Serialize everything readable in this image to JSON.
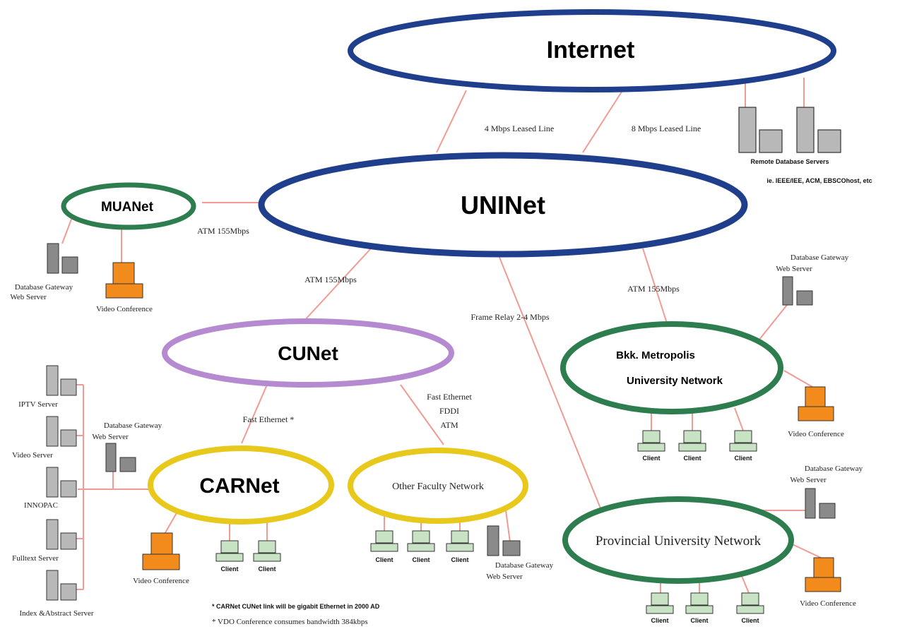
{
  "networks": {
    "internet": "Internet",
    "uninet": "UNINet",
    "muanet": "MUANet",
    "cunet": "CUNet",
    "carnet": "CARNet",
    "other_faculty": "Other Faculty Network",
    "bkk_line1": "Bkk. Metropolis",
    "bkk_line2": "University Network",
    "provincial": "Provincial University Network"
  },
  "links": {
    "internet_4mbps": "4 Mbps Leased Line",
    "internet_8mbps": "8 Mbps Leased Line",
    "muanet_atm": "ATM 155Mbps",
    "cunet_atm": "ATM 155Mbps",
    "bkk_atm": "ATM 155Mbps",
    "frame_relay": "Frame Relay 2-4 Mbps",
    "carnet_fast_ethernet": "Fast Ethernet *",
    "other_line1": "Fast Ethernet",
    "other_line2": "FDDI",
    "other_line3": "ATM"
  },
  "servers": {
    "remote_db": "Remote Database Servers",
    "remote_db_list": "ie. IEEE/IEE, ACM, EBSCOhost, etc",
    "db_gateway_line1": "Database Gateway",
    "db_gateway_line2": "Web Server",
    "iptv": "IPTV Server",
    "video": "Video Server",
    "innopac": "INNOPAC",
    "fulltext": "Fulltext Server",
    "index_abstract": "Index &Abstract Server"
  },
  "devices": {
    "video_conference": "Video Conference",
    "client": "Client"
  },
  "footnotes": {
    "note1": "* CARNet CUNet link will be gigabit Ethernet in 2000 AD",
    "note2": "* VDO Conference consumes bandwidth 384kbps"
  },
  "colors": {
    "internet_ring": "#1f3f8c",
    "uninet_ring": "#1f3f8c",
    "green_ring": "#2e7d4f",
    "cunet_ring": "#b58ad0",
    "carnet_ring": "#e8c81a",
    "link": "#f29a94",
    "server": "#b8b8b8",
    "orange_device": "#f28a1c",
    "client_device": "#c8e3c4"
  }
}
